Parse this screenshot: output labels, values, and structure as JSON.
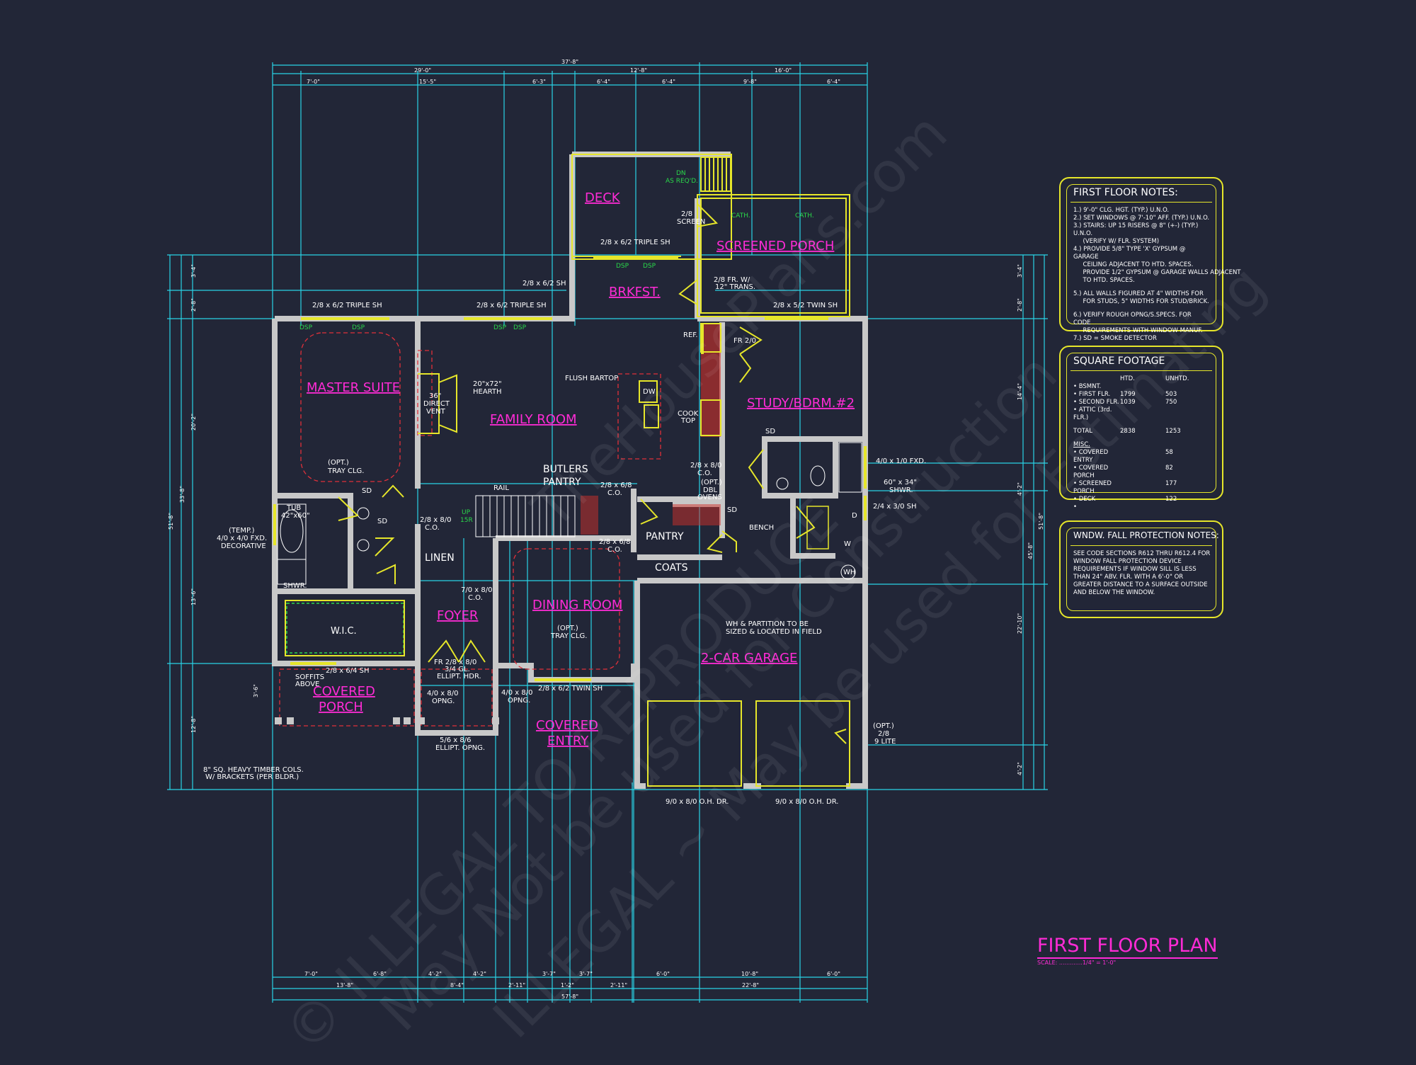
{
  "rooms": {
    "deck": "DECK",
    "screened_porch": "SCREENED PORCH",
    "brkfst": "BRKFST.",
    "master_suite": "MASTER SUITE",
    "family_room": "FAMILY ROOM",
    "study": "STUDY/BDRM.#2",
    "butlers_pantry": [
      "BUTLERS",
      "PANTRY"
    ],
    "pantry": "PANTRY",
    "coats": "COATS",
    "linen": "LINEN",
    "wic": "W.I.C.",
    "foyer": "FOYER",
    "dining_room": "DINING ROOM",
    "garage": "2-CAR GARAGE",
    "covered_porch": [
      "COVERED",
      "PORCH"
    ],
    "covered_entry": [
      "COVERED",
      "ENTRY"
    ]
  },
  "labels": {
    "dn": "DN",
    "as_reqd": "AS REQ'D.",
    "screen_door": [
      "2/8",
      "SCREEN"
    ],
    "cath1": "CATH.",
    "cath2": "CATH.",
    "deck_window": "2/8 x 6/2 TRIPLE SH",
    "brkfst_window": "2/8 x 6/2 SH",
    "fr_door": [
      "2/8 FR. W/",
      "12\" TRANS."
    ],
    "master_window": "2/8 x 6/2 TRIPLE SH",
    "family_window": "2/8 x 6/2 TRIPLE SH",
    "study_window": "2/8 x 5/2 TWIN SH",
    "ref": "REF.",
    "fr_2_0": "FR 2/0",
    "flush_bartop": "FLUSH BARTOP",
    "dw": "DW",
    "cook_top": [
      "COOK",
      "TOP"
    ],
    "hearth": [
      "20\"x72\"",
      "HEARTH"
    ],
    "direct_vent": [
      "36\"",
      "DIRECT",
      "VENT"
    ],
    "tray_master": [
      "(OPT.)",
      "TRAY CLG."
    ],
    "rail": "RAIL",
    "up_15r": [
      "UP",
      "15R"
    ],
    "co_butlers": [
      "2/8 x 6/8",
      "C.O."
    ],
    "co_pantry": [
      "2/8 x 8/0",
      "C.O."
    ],
    "co_hall": [
      "2/8 x 8/0",
      "C.O."
    ],
    "co_dining": [
      "2/8 x 6/8",
      "C.O."
    ],
    "co_foyer": [
      "7/0 x 8/0",
      "C.O."
    ],
    "dbl_ovens": [
      "(OPT.)",
      "DBL",
      "OVENS"
    ],
    "bench": "BENCH",
    "study_window_side": "4/0 x 1/0 FXD.",
    "shwr_study": [
      "60\" x 34\"",
      "SHWR."
    ],
    "sh_study": "2/4 x 3/0 SH",
    "fxd_master": [
      "(TEMP.)",
      "4/0 x 4/0 FXD.",
      "DECORATIVE"
    ],
    "tub": [
      "TUB",
      "42\"x60\""
    ],
    "shwr": "SHWR.",
    "wh_partition": [
      "WH & PARTITION TO BE",
      "SIZED & LOCATED IN FIELD"
    ],
    "tray_dining": [
      "(OPT.)",
      "TRAY CLG."
    ],
    "porch_window": "2/8 x 6/4 SH",
    "soffits": [
      "SOFFITS",
      "ABOVE"
    ],
    "fr_entry": [
      "FR 2/8 x 8/0",
      "3/4 GL.",
      "ELLIPT. HDR."
    ],
    "opng1": [
      "4/0 x 8/0",
      "OPNG."
    ],
    "opng2": [
      "4/0 x 8/0",
      "OPNG."
    ],
    "ellipt_opng": [
      "5/6 x 8/6",
      "ELLIPT. OPNG."
    ],
    "dining_window": "2/8 x 6/2 TWIN SH",
    "timber_cols": [
      "8\" SQ. HEAVY TIMBER COLS.",
      "W/ BRACKETS (PER BLDR.)"
    ],
    "garage_door1": "9/0 x 8/0 O.H. DR.",
    "garage_door2": "9/0 x 8/0 O.H. DR.",
    "garage_side_door": [
      "(OPT.)",
      "2/8",
      "9 LITE"
    ],
    "dsp": "DSP",
    "d": "D",
    "w": "W",
    "wh": "WH",
    "sd": "SD"
  },
  "dims": {
    "top_total": "37'-8\"",
    "top_mid": [
      "29'-0\"",
      "12'-8\"",
      "16'-0\""
    ],
    "top_row": [
      "7'-0\"",
      "15'-5\"",
      "6'-3\"",
      "6'-4\"",
      "6'-4\"",
      "9'-8\"",
      "6'-4\""
    ],
    "bottom_row": [
      "7'-0\"",
      "6'-8\"",
      "4'-2\"",
      "4'-2\"",
      "3'-7\"",
      "3'-7\"",
      "6'-0\"",
      "10'-8\"",
      "6'-0\""
    ],
    "bottom_mid": [
      "13'-8\"",
      "8'-4\"",
      "2'-11\"",
      "1'-2\"",
      "2'-11\"",
      "22'-8\""
    ],
    "bottom_total": "57'-8\"",
    "left_row": [
      "3'-4\"",
      "2'-8\"",
      "20'-2\"",
      "13'-6\"",
      "3'-6\"",
      "12'-8\""
    ],
    "left_total": [
      "33'-8\"",
      "51'-8\""
    ],
    "right_row": [
      "3'-4\"",
      "2'-8\"",
      "14'-4\"",
      "4'-2\"",
      "22'-10\"",
      "4'-2\""
    ],
    "right_total": [
      "45'-8\"",
      "51'-8\""
    ]
  },
  "notes": {
    "title": "FIRST FLOOR NOTES:",
    "items": [
      "1.) 9'-0\" CLG. HGT. (TYP.) U.N.O.",
      "2.) SET WINDOWS @ 7'-10\" AFF. (TYP.) U.N.O.",
      "3.) STAIRS: UP 15 RISERS @ 8\" (+-) (TYP.) U.N.O.",
      "     (VERIFY W/ FLR. SYSTEM)",
      "4.) PROVIDE 5/8\" TYPE 'X' GYPSUM @ GARAGE",
      "     CEILING ADJACENT TO HTD. SPACES.",
      "     PROVIDE 1/2\" GYPSUM @ GARAGE WALLS ADJACENT",
      "     TO HTD. SPACES.",
      "",
      "5.) ALL WALLS FIGURED AT 4\" WIDTHS FOR",
      "     FOR STUDS, 5\" WIDTHS FOR STUD/BRICK.",
      "",
      "6.) VERIFY ROUGH OPNG/S.SPECS. FOR CODE",
      "     REQUIREMENTS WITH WINDOW MANUF.",
      "7.) SD = SMOKE DETECTOR"
    ]
  },
  "square_footage": {
    "title": "SQUARE FOOTAGE",
    "columns": [
      "",
      "HTD.",
      "UNHTD."
    ],
    "rows": [
      [
        "• BSMNT.",
        "",
        ""
      ],
      [
        "• FIRST FLR.",
        "1799",
        "503"
      ],
      [
        "• SECOND FLR.",
        "1039",
        "750"
      ],
      [
        "• ATTIC (3rd. FLR.)",
        "",
        ""
      ],
      [
        "",
        "",
        ""
      ],
      [
        "TOTAL",
        "2838",
        "1253"
      ],
      [
        "",
        "",
        ""
      ],
      [
        "MISC.",
        "",
        ""
      ],
      [
        "• COVERED ENTRY",
        "",
        "58"
      ],
      [
        "• COVERED PORCH",
        "",
        "82"
      ],
      [
        "• SCREENED PORCH",
        "",
        "177"
      ],
      [
        "• DECK",
        "",
        "122"
      ],
      [
        "•",
        "",
        ""
      ]
    ]
  },
  "fall_protection": {
    "title": "WNDW. FALL PROTECTION NOTES:",
    "text": "SEE CODE SECTIONS R612 THRU R612.4 FOR WINDOW FALL PROTECTION DEVICE REQUIREMENTS IF WINDOW SILL IS LESS THAN 24\" ABV. FLR. WITH A 6'-0\" OR GREATER DISTANCE TO A SURFACE OUTSIDE AND BELOW THE WINDOW."
  },
  "plan_title": "FIRST FLOOR PLAN",
  "plan_scale": "SCALE: .............1/4\" = 1'-0\"",
  "watermarks": [
    "© ILLEGAL TO REPRODUCE",
    "May Not be used for Construction",
    "ILLEGAL ~ May be used for Estimating",
    "TheHousePlans.com"
  ]
}
